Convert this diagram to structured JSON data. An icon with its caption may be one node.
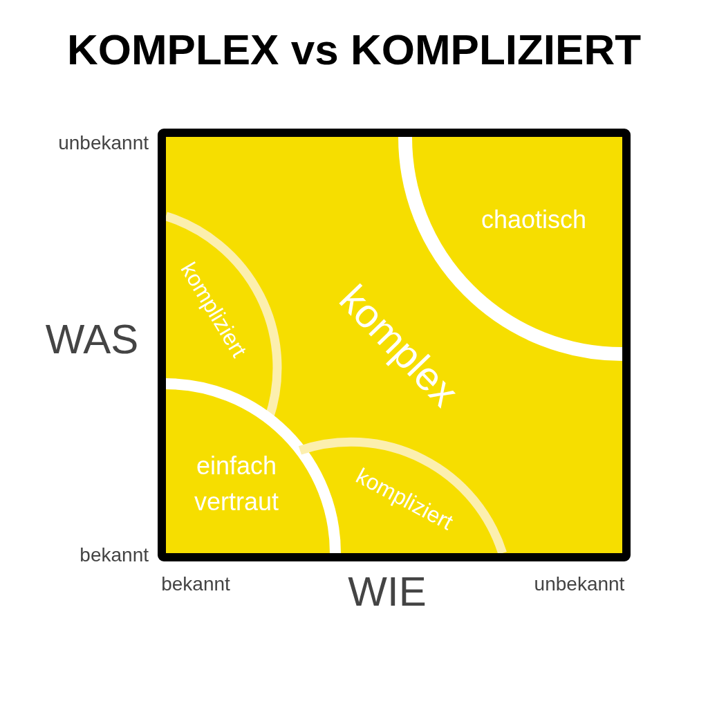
{
  "diagram": {
    "title": "KOMPLEX vs KOMPLIZIERT",
    "nodes": [
      {
        "text": [
          "komplex"
        ]
      },
      {
        "text": [
          "chaotisch"
        ],
        "in": 0
      },
      {
        "text": [
          "kompliziert"
        ],
        "in": 0
      },
      {
        "text": [
          "einfach vertraut"
        ],
        "in": 0
      },
      {
        "text": [
          "kompliziert"
        ],
        "in": 0
      }
    ],
    "labels": [
      "unbekannt",
      "WAS",
      "bekannt",
      "bekannt",
      "WIE",
      "unbekannt"
    ]
  }
}
